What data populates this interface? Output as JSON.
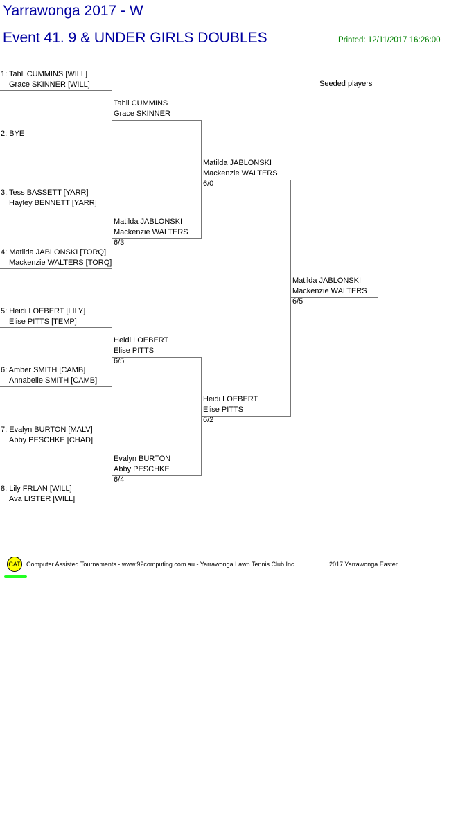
{
  "header": {
    "title": "Yarrawonga  2017 - W",
    "event": "Event 41. 9 & UNDER GIRLS DOUBLES",
    "printed": "Printed: 12/11/2017 16:26:00",
    "seeded": "Seeded players"
  },
  "round1": [
    {
      "a": "1: Tahli CUMMINS [WILL]",
      "b": "Grace SKINNER [WILL]"
    },
    {
      "a": "2: BYE",
      "b": ""
    },
    {
      "a": "3: Tess BASSETT [YARR]",
      "b": "Hayley BENNETT [YARR]"
    },
    {
      "a": "4: Matilda JABLONSKI [TORQ]",
      "b": "Mackenzie WALTERS [TORQ]"
    },
    {
      "a": "5: Heidi LOEBERT [LILY]",
      "b": "Elise PITTS [TEMP]"
    },
    {
      "a": "6: Amber SMITH [CAMB]",
      "b": "Annabelle SMITH [CAMB]"
    },
    {
      "a": "7: Evalyn BURTON [MALV]",
      "b": "Abby PESCHKE [CHAD]"
    },
    {
      "a": "8: Lily FRLAN [WILL]",
      "b": "Ava LISTER [WILL]"
    }
  ],
  "round2": [
    {
      "a": "Tahli CUMMINS",
      "b": "Grace SKINNER",
      "score": ""
    },
    {
      "a": "Matilda JABLONSKI",
      "b": "Mackenzie WALTERS",
      "score": "6/3"
    },
    {
      "a": "Heidi LOEBERT",
      "b": "Elise PITTS",
      "score": "6/5"
    },
    {
      "a": "Evalyn BURTON",
      "b": "Abby PESCHKE",
      "score": "6/4"
    }
  ],
  "round3": [
    {
      "a": "Matilda JABLONSKI",
      "b": "Mackenzie WALTERS",
      "score": "6/0"
    },
    {
      "a": "Heidi LOEBERT",
      "b": "Elise PITTS",
      "score": "6/2"
    }
  ],
  "winner": {
    "a": "Matilda JABLONSKI",
    "b": "Mackenzie WALTERS",
    "score": "6/5"
  },
  "footer": {
    "logo": "CAT",
    "credit": "Computer Assisted Tournaments - www.92computing.com.au -  Yarrawonga Lawn Tennis Club Inc.",
    "event": "2017 Yarrawonga Easter"
  }
}
